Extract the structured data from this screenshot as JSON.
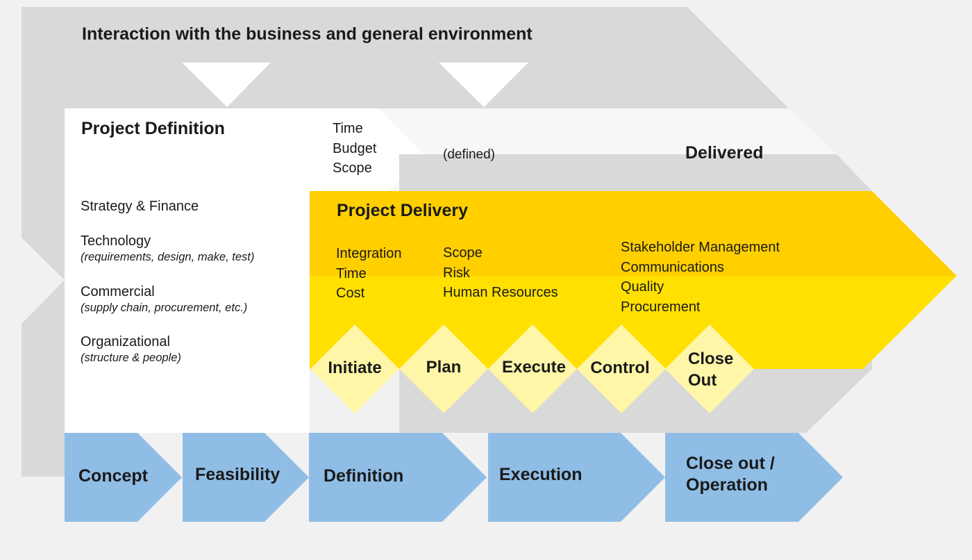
{
  "environment": {
    "title": "Interaction with the business and general environment"
  },
  "definition": {
    "title": "Project Definition",
    "constraints": [
      "Time",
      "Budget",
      "Scope"
    ],
    "defined_label": "(defined)",
    "delivered_label": "Delivered",
    "areas": [
      {
        "name": "Strategy & Finance",
        "detail": ""
      },
      {
        "name": "Technology",
        "detail": "(requirements, design, make, test)"
      },
      {
        "name": "Commercial",
        "detail": "(supply chain, procurement, etc.)"
      },
      {
        "name": "Organizational",
        "detail": "(structure & people)"
      }
    ]
  },
  "delivery": {
    "title": "Project Delivery",
    "areas_col1": [
      "Integration",
      "Time",
      "Cost"
    ],
    "areas_col2": [
      "Scope",
      "Risk",
      "Human Resources"
    ],
    "areas_col3": [
      "Stakeholder Management",
      "Communications",
      "Quality",
      "Procurement"
    ],
    "process_groups": [
      "Initiate",
      "Plan",
      "Execute",
      "Control",
      "Close\nOut"
    ]
  },
  "lifecycle": {
    "phases": [
      "Concept",
      "Feasibility",
      "Definition",
      "Execution",
      "Close out /\nOperation"
    ]
  },
  "colors": {
    "background": "#f1f1f1",
    "environment_gray": "#d9d9d9",
    "light_panel": "#f7f7f7",
    "white": "#ffffff",
    "delivery_yellow_top": "#ffcf00",
    "delivery_yellow_bottom": "#ffe000",
    "diamond_yellow": "#fff6a8",
    "phase_blue": "#8fbde6"
  }
}
